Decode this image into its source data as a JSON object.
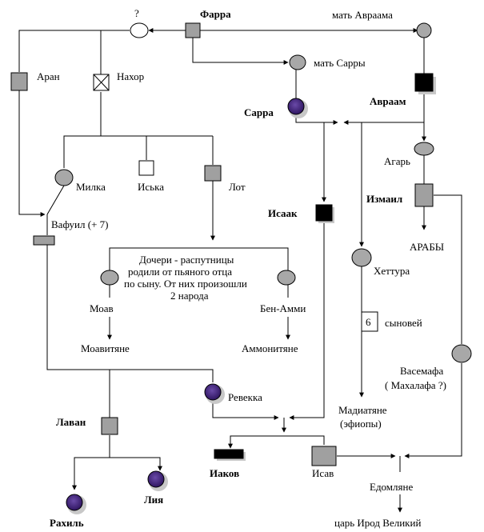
{
  "labels": {
    "unknown": "?",
    "farra": "Фарра",
    "mother_avraam": "мать Авраама",
    "mother_sarra": "мать Сарры",
    "aran": "Аран",
    "nahor": "Нахор",
    "avraam": "Авраам",
    "sarra": "Сарра",
    "agar": "Агарь",
    "milka": "Милка",
    "iska": "Иська",
    "lot": "Лот",
    "izmail": "Измаил",
    "isaak": "Исаак",
    "vafuil": "Вафуил (+ 7)",
    "arabs": "АРАБЫ",
    "daughters_line1": "Дочери - распутницы",
    "daughters_line2": "родили от пьяного отца",
    "daughters_line3": "по сыну. От них произошли",
    "daughters_line4": "2  народа",
    "hettura": "Хеттура",
    "moav": "Моав",
    "ben_ammi": "Бен-Амми",
    "six": "6",
    "sons": "сыновей",
    "moavites": "Моавитяне",
    "ammonites": "Аммонитяне",
    "vasemafa_line1": "Васемафа",
    "vasemafa_line2": "( Махалафа ?)",
    "madianites_line1": "Мадиатяне",
    "madianites_line2": "(эфиопы)",
    "revekka": "Ревекка",
    "lavan": "Лаван",
    "iakov": "Иаков",
    "isav": "Исав",
    "edomites": "Едомляне",
    "rahil": "Рахиль",
    "liya": "Лия",
    "herod": "царь Ирод  Великий"
  },
  "colors": {
    "line": "#000000",
    "male_gray": "#a0a0a0",
    "female_gray": "#a8a8a8",
    "filled_black": "#000000",
    "purple": "#4b2a80",
    "shadow": "#c8c8c8"
  }
}
